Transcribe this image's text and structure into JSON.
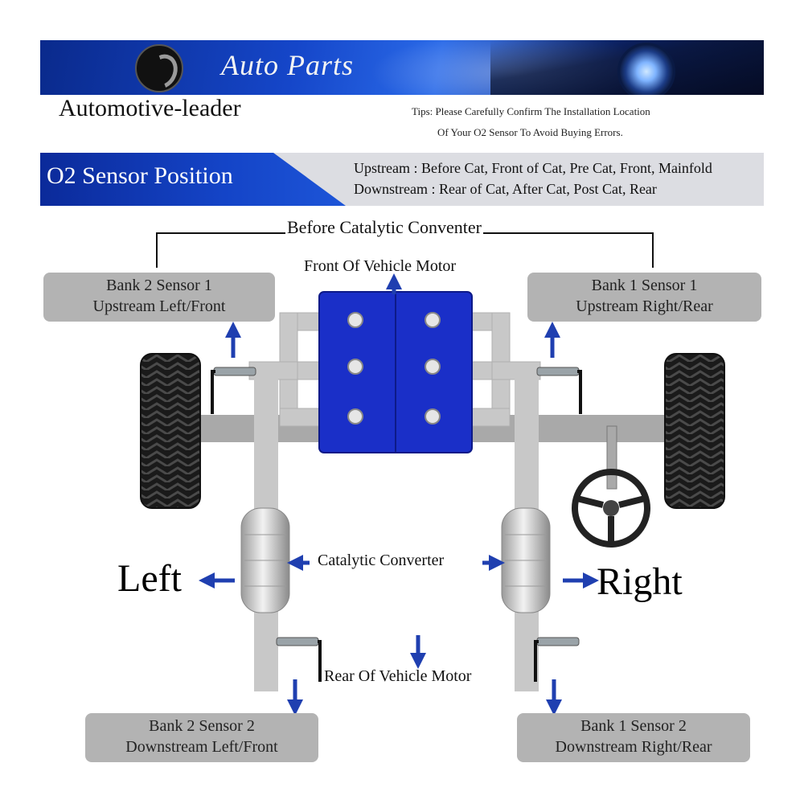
{
  "header": {
    "banner_title": "Auto Parts",
    "company": "Automotive-leader",
    "tip_line1": "Tips: Please Carefully Confirm The Installation Location",
    "tip_line2": "Of Your O2 Sensor To Avoid Buying Errors."
  },
  "position_section": {
    "title": "O2 Sensor Position",
    "upstream": "Upstream : Before Cat, Front of Cat, Pre Cat, Front, Mainfold",
    "downstream": "Downstream : Rear of Cat, After Cat, Post Cat, Rear"
  },
  "diagram": {
    "before_cat": "Before Catalytic Conventer",
    "front": "Front Of Vehicle Motor",
    "rear": "Rear Of Vehicle Motor",
    "catalytic": "Catalytic Converter",
    "left": "Left",
    "right": "Right",
    "sensors": {
      "b2s1": {
        "name": "Bank 2 Sensor 1",
        "desc": "Upstream Left/Front"
      },
      "b1s1": {
        "name": "Bank 1 Sensor 1",
        "desc": "Upstream Right/Rear"
      },
      "b2s2": {
        "name": "Bank 2 Sensor 2",
        "desc": "Downstream Left/Front"
      },
      "b1s2": {
        "name": "Bank 1 Sensor 2",
        "desc": "Downstream Right/Rear"
      }
    }
  },
  "colors": {
    "arrow_blue": "#1f3fb0",
    "engine_blue": "#1a2fc8",
    "pipe_gray": "#c8c8c8",
    "box_gray": "#b3b3b3"
  }
}
